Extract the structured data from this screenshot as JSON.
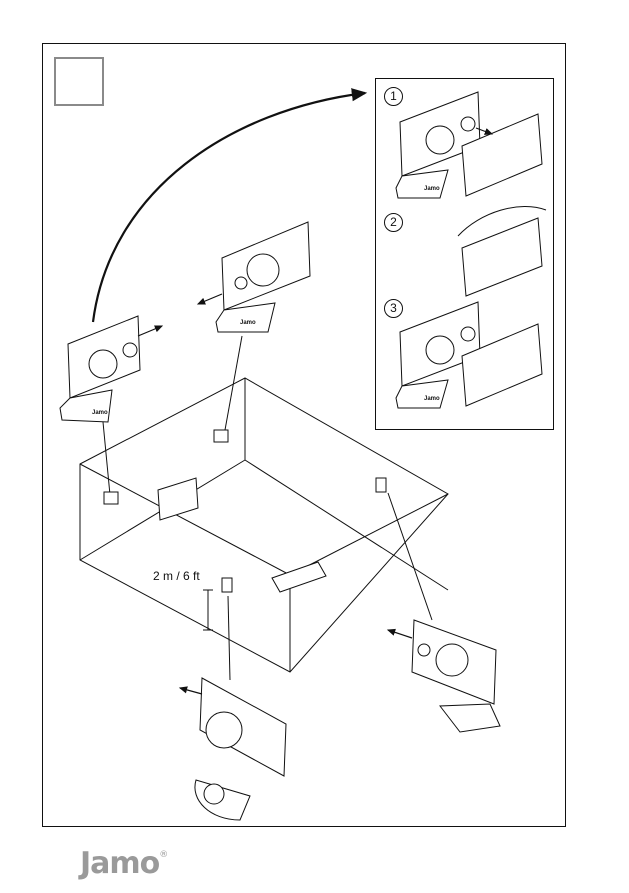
{
  "steps": [
    "1",
    "2",
    "3"
  ],
  "speaker_brand": "Jamo",
  "distance_label": "2 m / 6 ft",
  "footer": {
    "logo": "Jamo",
    "trademark": "®"
  }
}
